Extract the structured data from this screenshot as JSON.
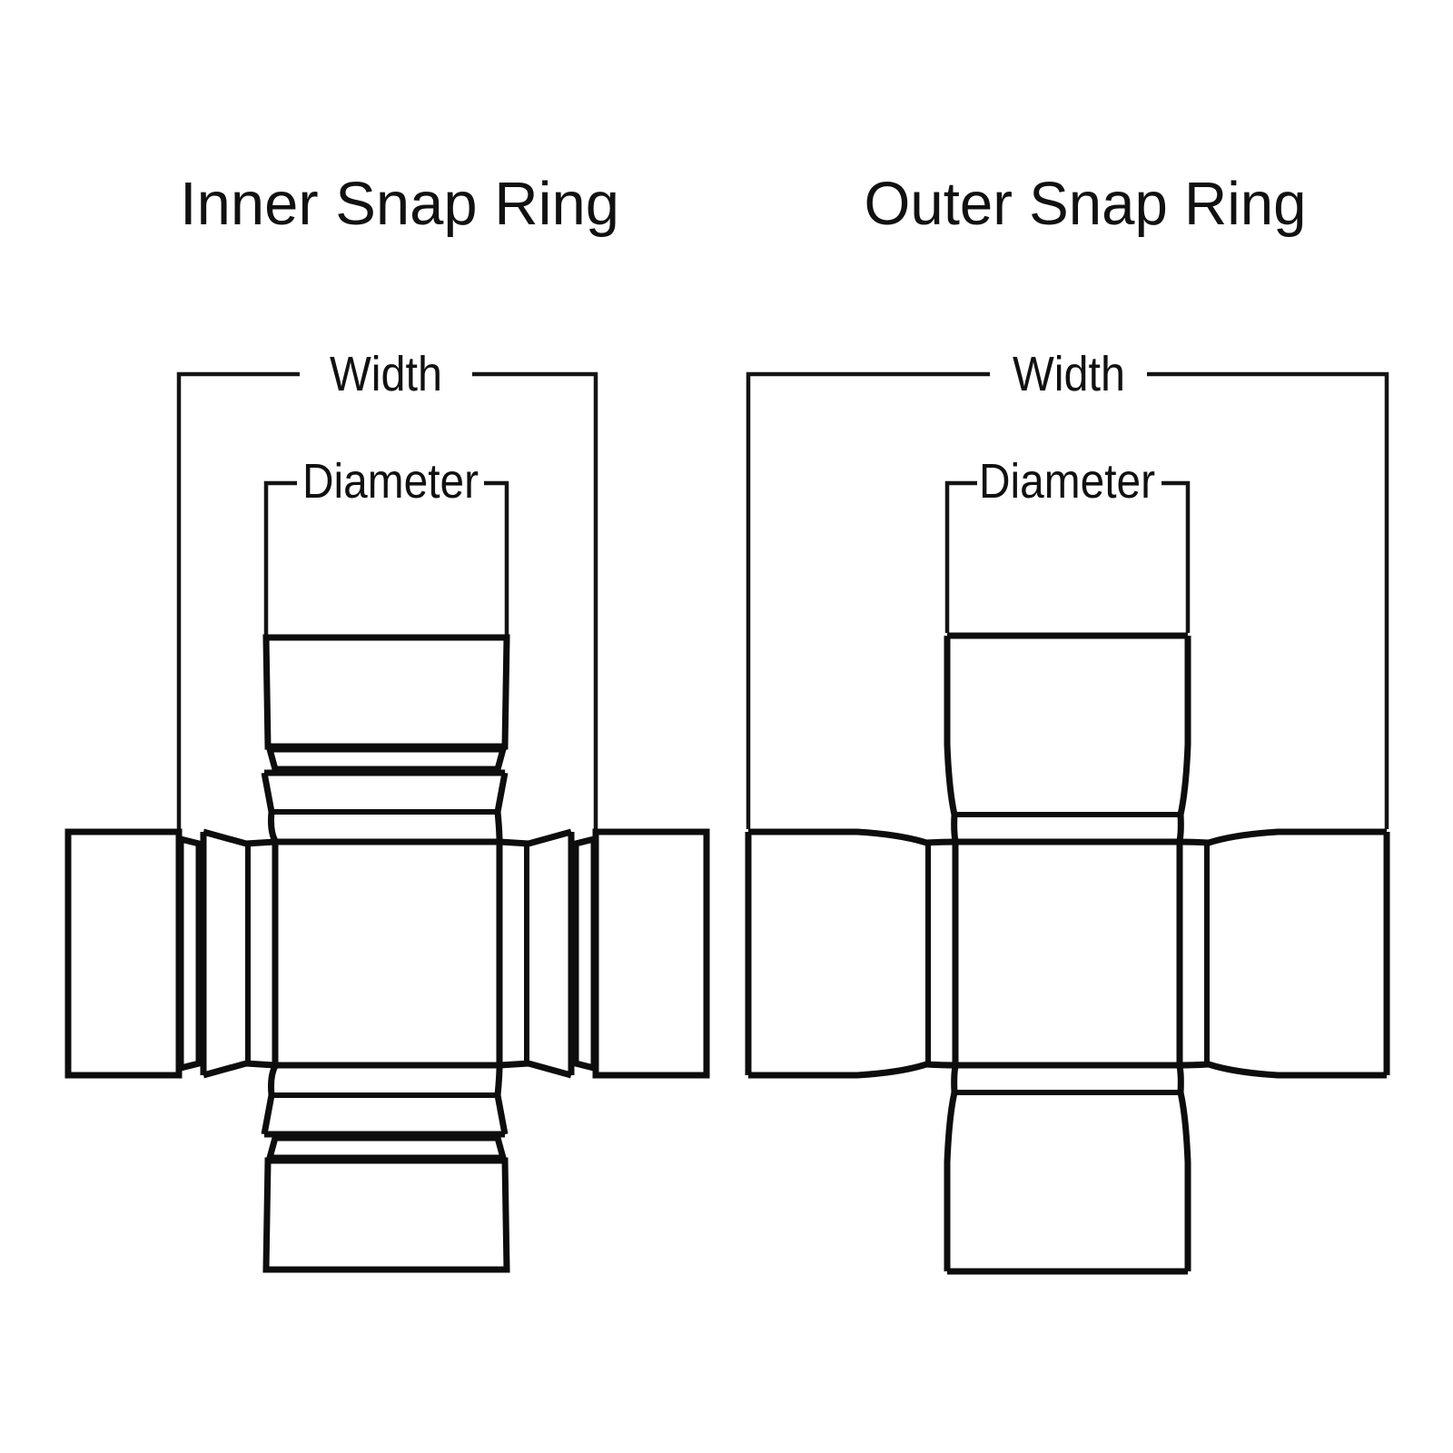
{
  "page": {
    "background": "#ffffff",
    "line_color": "#0d0d0d",
    "text_color": "#111111"
  },
  "diagrams": [
    {
      "id": "inner-snap-ring",
      "title": "Inner Snap Ring",
      "width_label": "Width",
      "diameter_label": "Diameter",
      "snap_ring_type": "inner"
    },
    {
      "id": "outer-snap-ring",
      "title": "Outer Snap Ring",
      "width_label": "Width",
      "diameter_label": "Diameter",
      "snap_ring_type": "outer"
    }
  ]
}
